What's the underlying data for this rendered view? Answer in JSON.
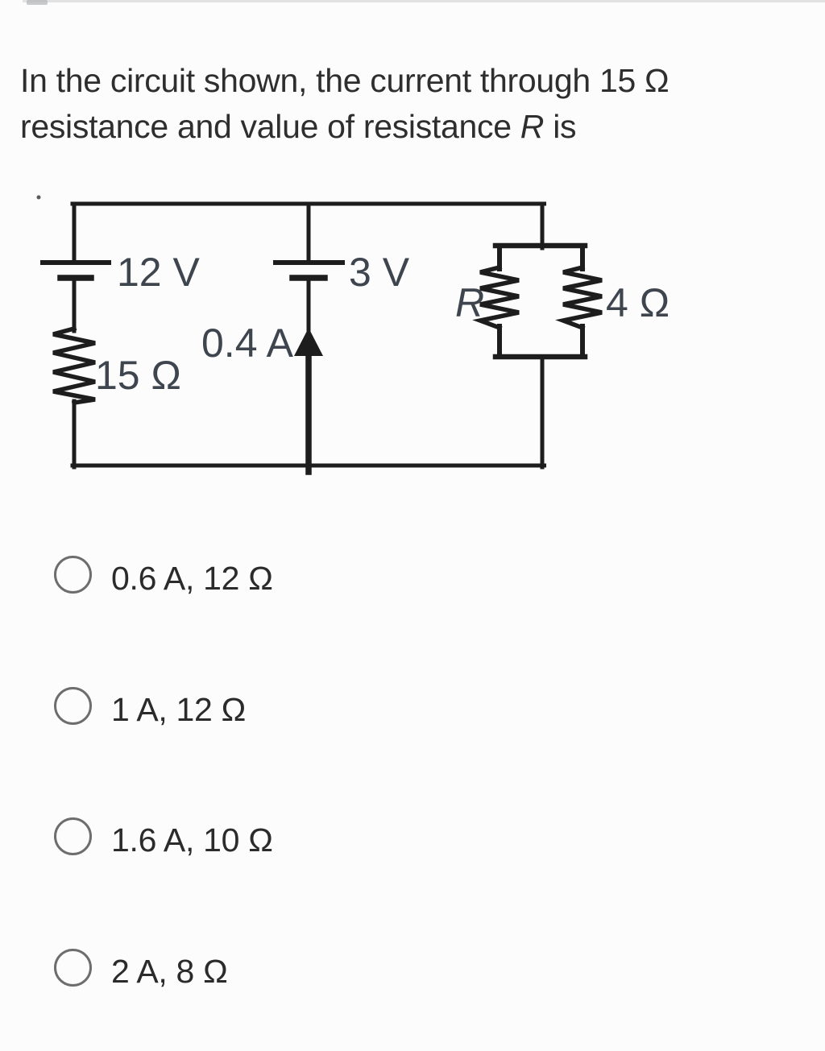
{
  "question": {
    "line1": "In the circuit shown, the current through 15 Ω",
    "line2_prefix": "resistance and value of resistance ",
    "line2_italic": "R",
    "line2_suffix": " is"
  },
  "circuit": {
    "ink_color": "#1d1d1d",
    "label_color": "#3e454e",
    "labels": {
      "battery_left": "12 V",
      "battery_middle": "3 V",
      "resistor_left": "15 Ω",
      "current": "0.4 A",
      "resistor_unknown": "R",
      "resistor_right": "4 Ω"
    }
  },
  "options": [
    {
      "label": "0.6 A, 12 Ω",
      "selected": false
    },
    {
      "label": "1 A, 12 Ω",
      "selected": false
    },
    {
      "label": "1.6 A, 10 Ω",
      "selected": false
    },
    {
      "label": "2 A, 8 Ω",
      "selected": false
    }
  ]
}
